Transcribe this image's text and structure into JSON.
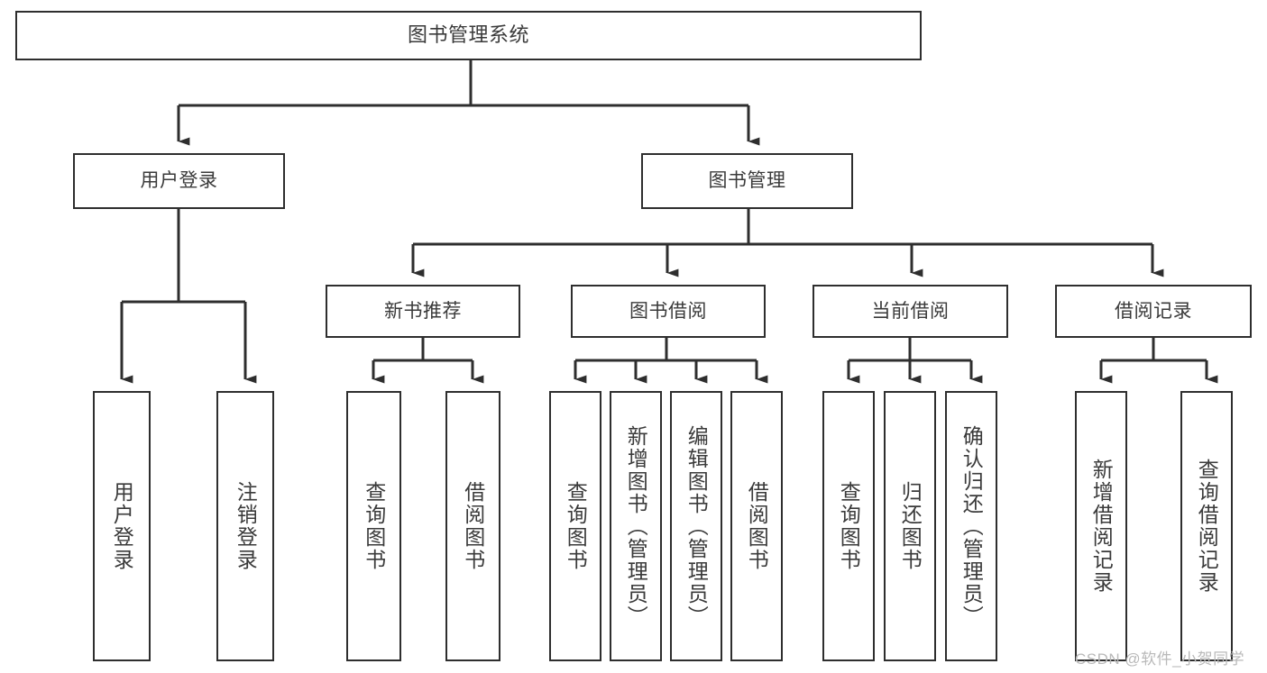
{
  "diagram": {
    "title": "图书管理系统",
    "style": {
      "box_border_color": "#2e2e2e",
      "box_fill_color": "#ffffff",
      "connector_color": "#2e2e2e",
      "text_color": "#3a3a3a",
      "background_color": "#ffffff",
      "watermark_color": "#b9b9b9"
    },
    "root": {
      "label": "图书管理系统"
    },
    "level2": [
      {
        "label": "用户登录"
      },
      {
        "label": "图书管理"
      }
    ],
    "level3": [
      {
        "label": "新书推荐"
      },
      {
        "label": "图书借阅"
      },
      {
        "label": "当前借阅"
      },
      {
        "label": "借阅记录"
      }
    ],
    "leaves": {
      "user_login": [
        {
          "label": "用户登录"
        },
        {
          "label": "注销登录"
        }
      ],
      "new_book_recommend": [
        {
          "label": "查询图书"
        },
        {
          "label": "借阅图书"
        }
      ],
      "book_borrow": [
        {
          "label": "查询图书"
        },
        {
          "label": "新增图书（管理员）"
        },
        {
          "label": "编辑图书（管理员）"
        },
        {
          "label": "借阅图书"
        }
      ],
      "current_borrow": [
        {
          "label": "查询图书"
        },
        {
          "label": "归还图书"
        },
        {
          "label": "确认归还（管理员）"
        }
      ],
      "borrow_records": [
        {
          "label": "新增借阅记录"
        },
        {
          "label": "查询借阅记录"
        }
      ]
    },
    "watermark": "CSDN @软件_小贺同学"
  }
}
